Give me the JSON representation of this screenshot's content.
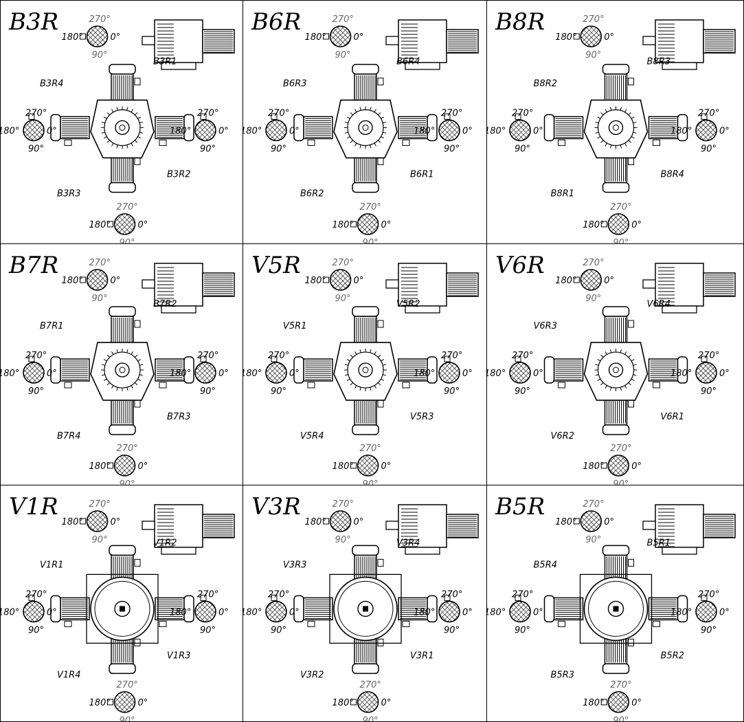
{
  "colors": {
    "line": "#000000",
    "grey_label": "#666666",
    "background": "#ffffff"
  },
  "degree_labels": {
    "d0": "0°",
    "d90": "90°",
    "d180": "180°",
    "d270": "270°"
  },
  "cells": [
    {
      "title": "B3R",
      "positions": [
        "B3R1",
        "B3R4",
        "B3R2",
        "B3R3"
      ]
    },
    {
      "title": "B6R",
      "positions": [
        "B6R4",
        "B6R3",
        "B6R1",
        "B6R2"
      ]
    },
    {
      "title": "B8R",
      "positions": [
        "B8R3",
        "B8R2",
        "B8R4",
        "B8R1"
      ]
    },
    {
      "title": "B7R",
      "positions": [
        "B7R2",
        "B7R1",
        "B7R3",
        "B7R4"
      ]
    },
    {
      "title": "V5R",
      "positions": [
        "V5R2",
        "V5R1",
        "V5R3",
        "V5R4"
      ]
    },
    {
      "title": "V6R",
      "positions": [
        "V6R4",
        "V6R3",
        "V6R1",
        "V6R2"
      ]
    },
    {
      "title": "V1R",
      "positions": [
        "V1R2",
        "V1R1",
        "V1R3",
        "V1R4"
      ]
    },
    {
      "title": "V3R",
      "positions": [
        "V3R4",
        "V3R3",
        "V3R1",
        "V3R2"
      ]
    },
    {
      "title": "B5R",
      "positions": [
        "B5R1",
        "B5R4",
        "B5R2",
        "B5R3"
      ]
    }
  ]
}
